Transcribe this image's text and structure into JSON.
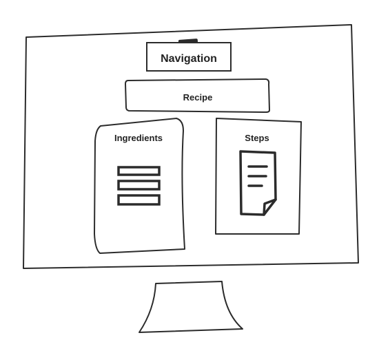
{
  "navigation": {
    "label": "Navigation"
  },
  "recipe": {
    "label": "Recipe"
  },
  "ingredients": {
    "label": "Ingredients"
  },
  "steps": {
    "label": "Steps"
  },
  "colors": {
    "stroke": "#2b2b2b",
    "fill": "#ffffff"
  }
}
